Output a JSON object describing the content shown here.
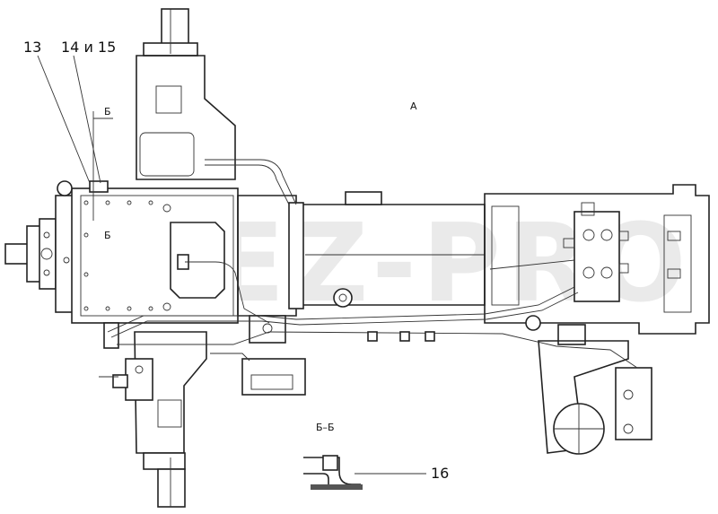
{
  "watermark": "MEZ-PRO",
  "labels": {
    "callout_13": "13",
    "callout_14_15": "14 и 15",
    "callout_16": "16",
    "view_a": "А",
    "section_mark_top": "Б",
    "section_mark_bottom": "Б",
    "section_title": "Б–Б"
  }
}
